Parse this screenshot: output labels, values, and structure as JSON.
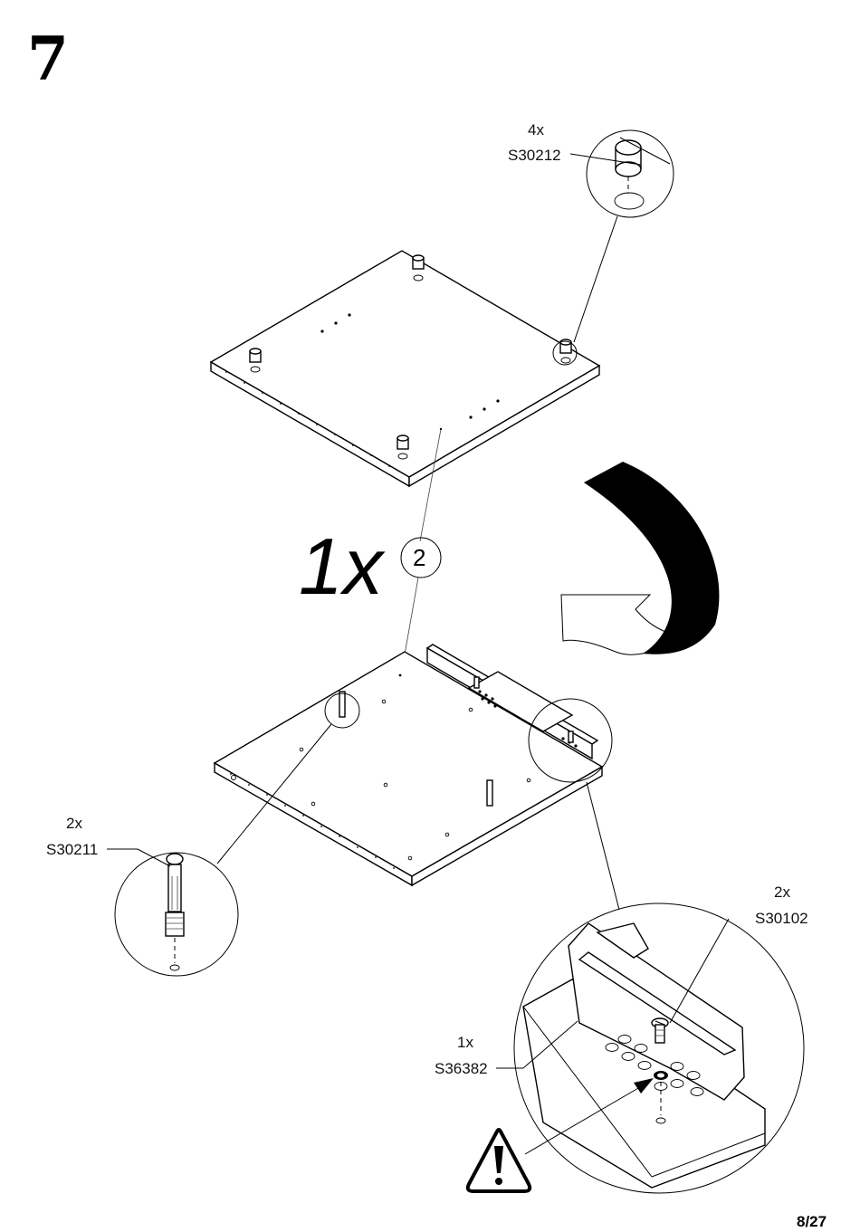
{
  "step_number": "7",
  "panel_quantity": "1x",
  "panel_callout_number": "2",
  "page_indicator": "8/27",
  "parts": {
    "cam_lock": {
      "quantity": "4x",
      "code": "S30212"
    },
    "cam_bolt": {
      "quantity": "2x",
      "code": "S30211"
    },
    "screw": {
      "quantity": "2x",
      "code": "S30102"
    },
    "rail": {
      "quantity": "1x",
      "code": "S36382"
    }
  },
  "icons": {
    "warning": "warning-triangle-icon",
    "rotate": "flip-arrow-icon"
  }
}
